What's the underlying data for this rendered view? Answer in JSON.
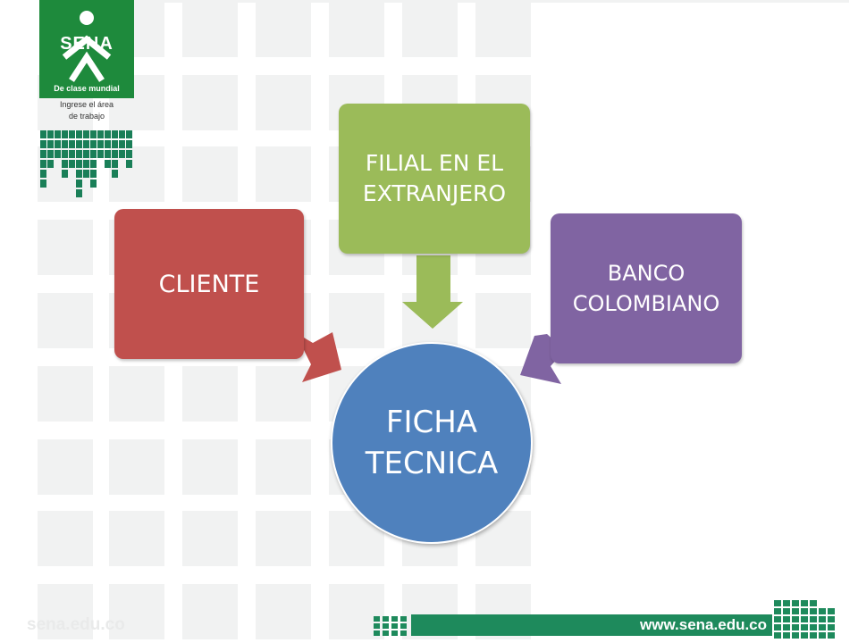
{
  "logo": {
    "name": "SENA",
    "tagline": "De clase mundial"
  },
  "work_area_placeholder": "Ingrese el área\nde trabajo",
  "diagram": {
    "center": "FICHA\nTECNICA",
    "nodes": [
      {
        "label": "CLIENTE",
        "color": "#c0504d"
      },
      {
        "label": "FILIAL EN EL\nEXTRANJERO",
        "color": "#9bbb59"
      },
      {
        "label": "BANCO\nCOLOMBIANO",
        "color": "#8064a2"
      }
    ],
    "center_color": "#4f81bd"
  },
  "footer": {
    "url": "www.sena.edu.co",
    "ghost_url": "sena.edu.co",
    "bar_color": "#1e8a5c"
  }
}
